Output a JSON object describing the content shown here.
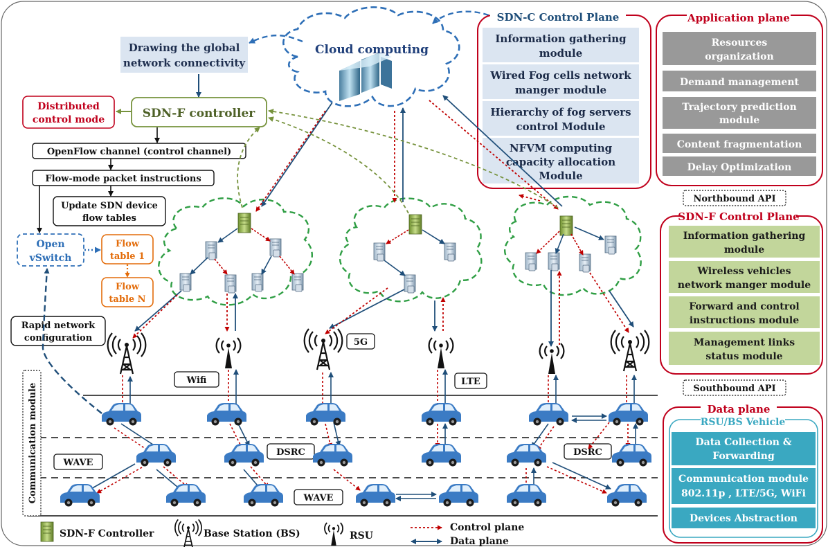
{
  "colors": {
    "red": "#c0001c",
    "dashed_blue": "#2e6fb7",
    "dashed_green": "#2f9e44",
    "olive": "#76923c",
    "orange": "#e36c0a",
    "grey_box": "#999999",
    "green_box": "#c2d69b",
    "teal_box": "#3aa8c1",
    "light_blue_box": "#dbe5f1",
    "control_arrow": "#c00000",
    "data_arrow": "#1f4e79",
    "car": "#3b7bc4"
  },
  "cloud": {
    "label": "Cloud computing"
  },
  "left_flow": {
    "global": [
      "Drawing the global",
      "network connectivity"
    ],
    "controller": "SDN-F controller",
    "distributed": [
      "Distributed",
      "control mode"
    ],
    "openflow": "OpenFlow channel (control channel)",
    "flowmode": "Flow-mode packet instructions",
    "update": [
      "Update SDN device",
      "flow tables"
    ],
    "vswitch": [
      "Open",
      "vSwitch"
    ],
    "flow_table_1": [
      "Flow",
      "table 1"
    ],
    "flow_table_n": [
      "Flow",
      "table N"
    ],
    "rapid": [
      "Rapid network",
      "configuration"
    ]
  },
  "sdn_c": {
    "title": "SDN-C Control Plane",
    "modules": [
      [
        "Information gathering",
        "module"
      ],
      [
        "Wired Fog cells network",
        "manger module"
      ],
      [
        "Hierarchy of fog servers",
        "control Module"
      ],
      [
        "NFVM computing",
        "capacity allocation",
        "Module"
      ]
    ]
  },
  "app_plane": {
    "title": "Application plane",
    "items": [
      [
        "Resources",
        "organization"
      ],
      [
        "Demand management"
      ],
      [
        "Trajectory prediction",
        "module"
      ],
      [
        "Content fragmentation"
      ],
      [
        "Delay Optimization"
      ]
    ]
  },
  "northbound": "Northbound API",
  "sdn_f": {
    "title": "SDN-F Control Plane",
    "modules": [
      [
        "Information gathering",
        "module"
      ],
      [
        "Wireless vehicles",
        "network manger module"
      ],
      [
        "Forward and control",
        "instructions module"
      ],
      [
        "Management links",
        "status module"
      ]
    ]
  },
  "southbound": "Southbound API",
  "data_plane": {
    "title": "Data plane",
    "subtitle": "RSU/BS Vehicle",
    "items": [
      [
        "Data Collection &",
        "Forwarding"
      ],
      [
        "Communication module",
        "802.11p , LTE/5G, WiFi"
      ],
      [
        "Devices Abstraction"
      ]
    ]
  },
  "tech_labels": {
    "wifi": "Wifi",
    "fiveg": "5G",
    "lte": "LTE",
    "dsrc_1": "DSRC",
    "dsrc_2": "DSRC",
    "wave_1": "WAVE",
    "wave_2": "WAVE"
  },
  "communication_module": "Communication module",
  "legend": {
    "controller": "SDN-F Controller",
    "bs": "Base Station (BS)",
    "rsu": "RSU",
    "control": "Control plane",
    "data": "Data plane"
  }
}
